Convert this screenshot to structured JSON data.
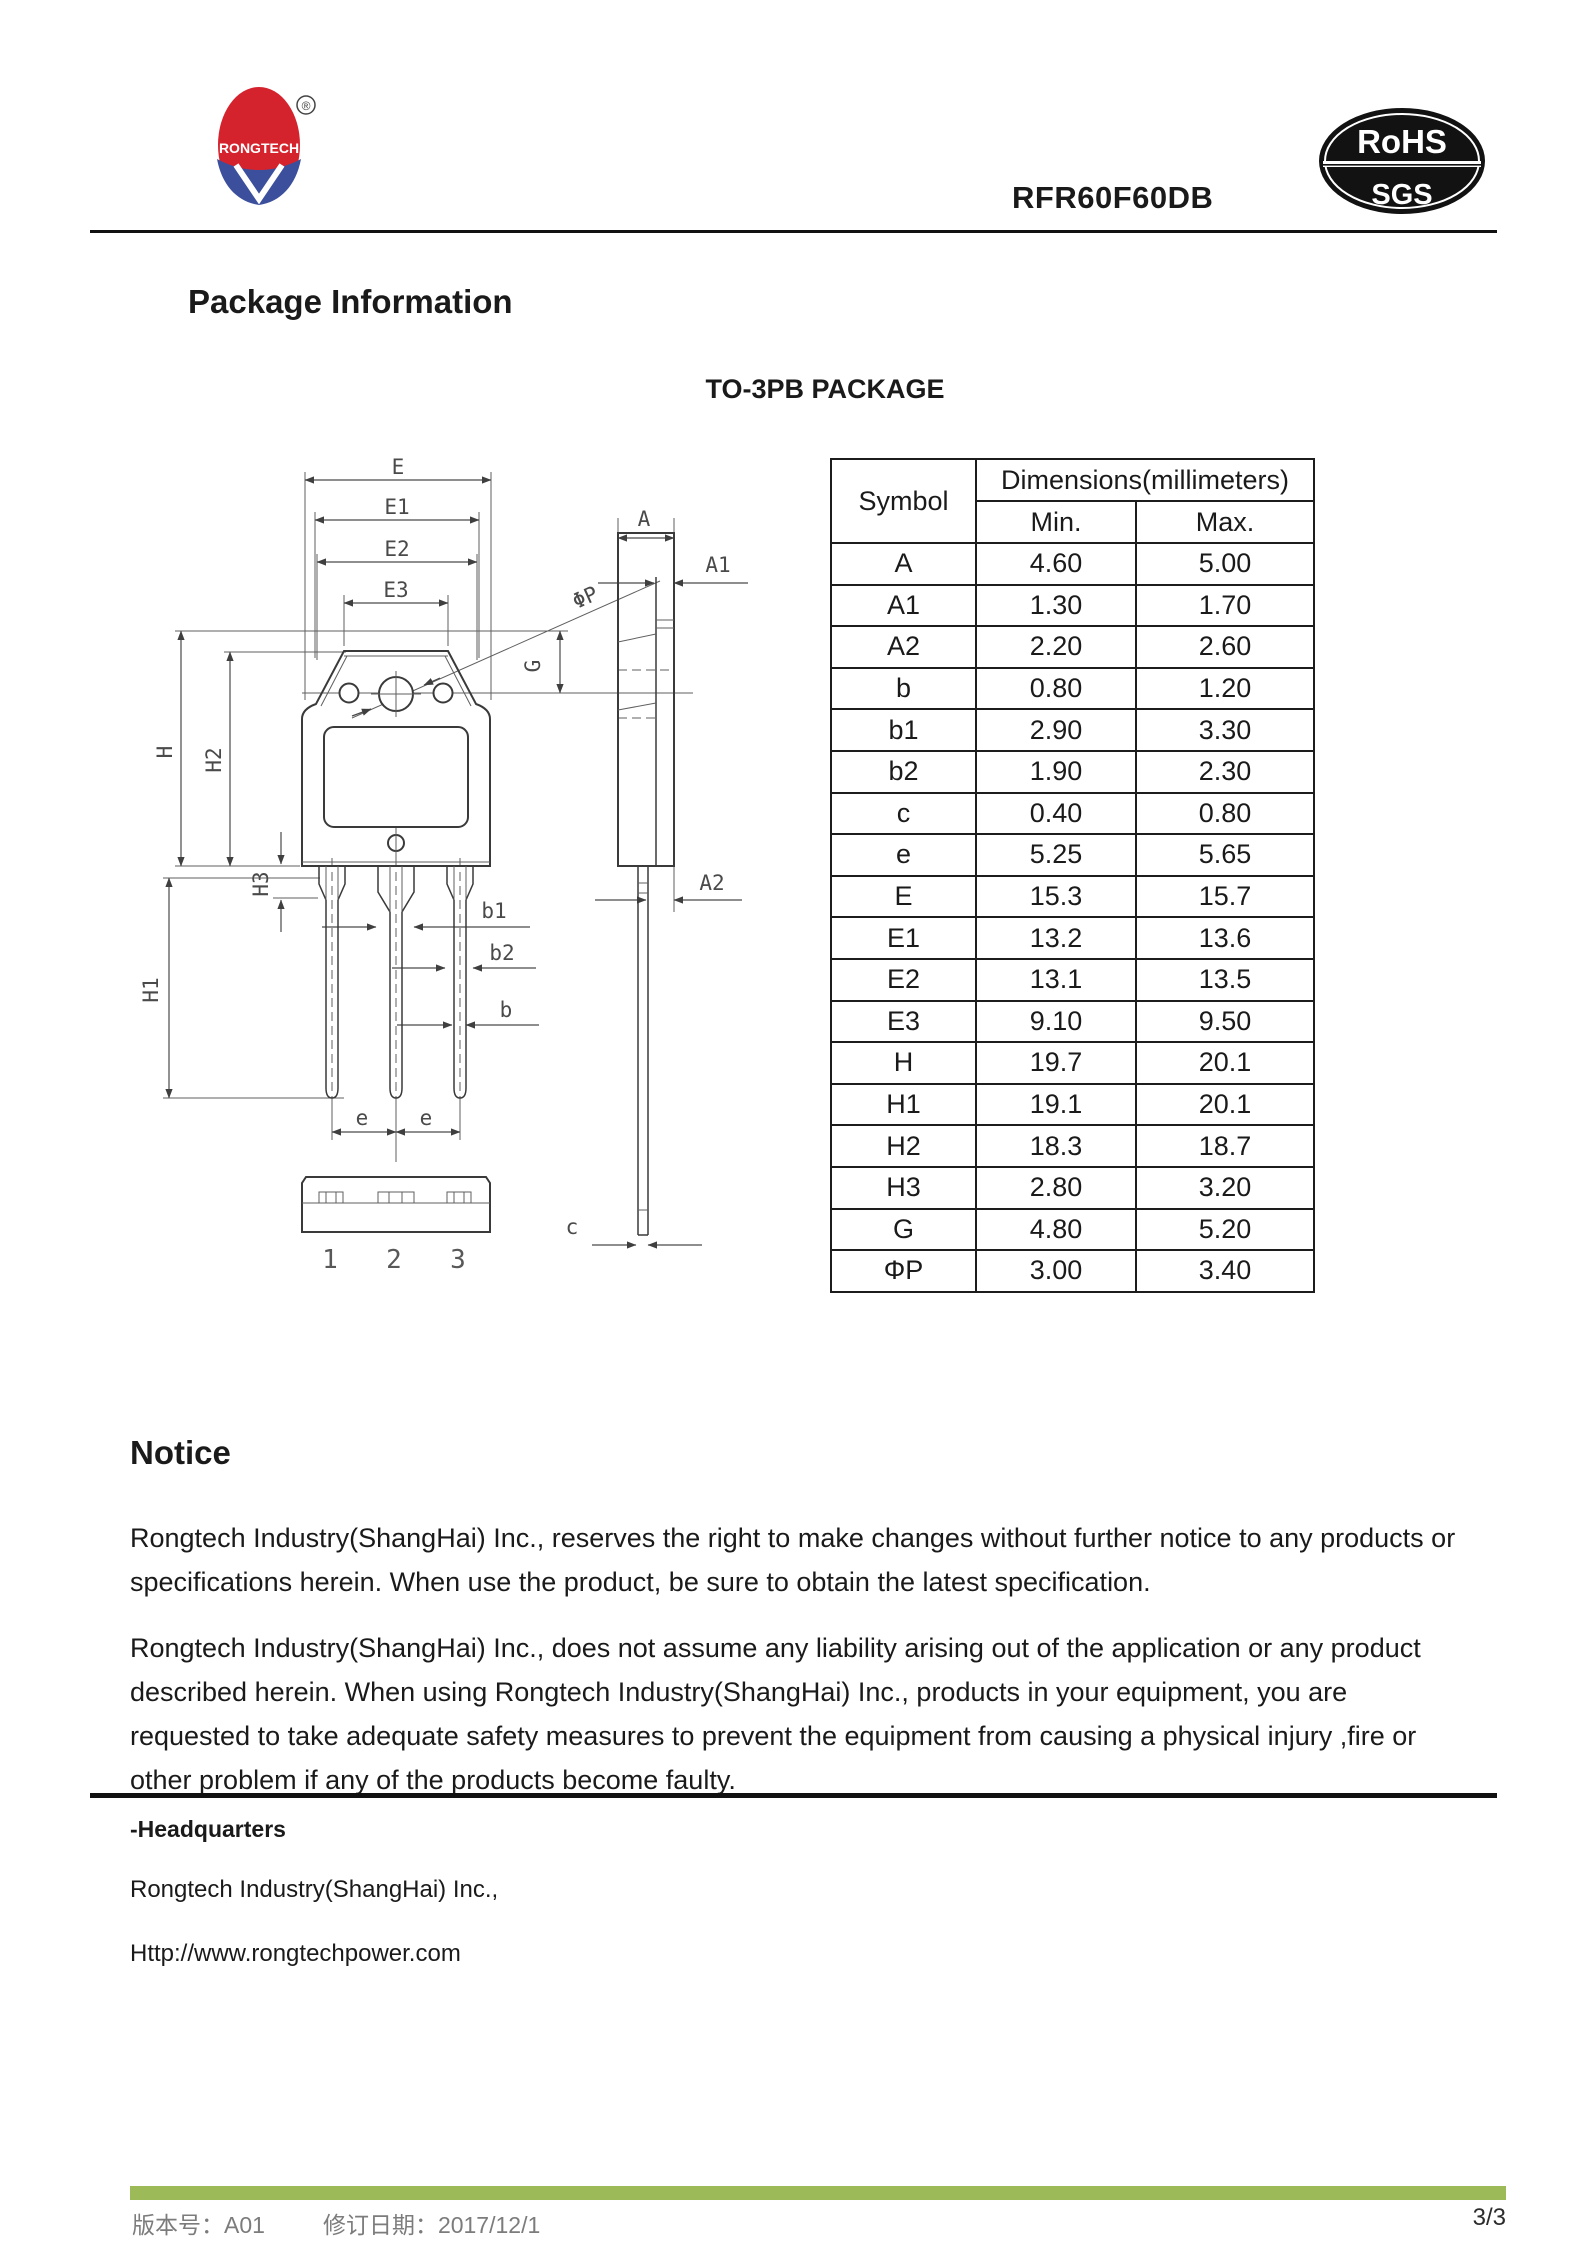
{
  "header": {
    "part_number": "RFR60F60DB",
    "logo_text": "RONGTECH",
    "logo_registered": "®",
    "badge_top": "RoHS",
    "badge_bottom": "SGS"
  },
  "page": {
    "section_title": "Package Information",
    "package_title": "TO-3PB PACKAGE"
  },
  "table": {
    "col_symbol": "Symbol",
    "col_dims": "Dimensions(millimeters)",
    "col_min": "Min.",
    "col_max": "Max.",
    "rows": [
      {
        "symbol": "A",
        "min": "4.60",
        "max": "5.00"
      },
      {
        "symbol": "A1",
        "min": "1.30",
        "max": "1.70"
      },
      {
        "symbol": "A2",
        "min": "2.20",
        "max": "2.60"
      },
      {
        "symbol": "b",
        "min": "0.80",
        "max": "1.20"
      },
      {
        "symbol": "b1",
        "min": "2.90",
        "max": "3.30"
      },
      {
        "symbol": "b2",
        "min": "1.90",
        "max": "2.30"
      },
      {
        "symbol": "c",
        "min": "0.40",
        "max": "0.80"
      },
      {
        "symbol": "e",
        "min": "5.25",
        "max": "5.65"
      },
      {
        "symbol": "E",
        "min": "15.3",
        "max": "15.7"
      },
      {
        "symbol": "E1",
        "min": "13.2",
        "max": "13.6"
      },
      {
        "symbol": "E2",
        "min": "13.1",
        "max": "13.5"
      },
      {
        "symbol": "E3",
        "min": "9.10",
        "max": "9.50"
      },
      {
        "symbol": "H",
        "min": "19.7",
        "max": "20.1"
      },
      {
        "symbol": "H1",
        "min": "19.1",
        "max": "20.1"
      },
      {
        "symbol": "H2",
        "min": "18.3",
        "max": "18.7"
      },
      {
        "symbol": "H3",
        "min": "2.80",
        "max": "3.20"
      },
      {
        "symbol": "G",
        "min": "4.80",
        "max": "5.20"
      },
      {
        "symbol": "ΦP",
        "min": "3.00",
        "max": "3.40"
      }
    ]
  },
  "drawing": {
    "labels": {
      "E": "E",
      "E1": "E1",
      "E2": "E2",
      "E3": "E3",
      "H": "H",
      "H1": "H1",
      "H2": "H2",
      "H3": "H3",
      "b": "b",
      "b1": "b1",
      "b2": "b2",
      "eL": "e",
      "eR": "e",
      "A": "A",
      "A1": "A1",
      "A2": "A2",
      "c": "c",
      "G": "G",
      "phiP": "ΦP",
      "pin1": "1",
      "pin2": "2",
      "pin3": "3"
    }
  },
  "notice": {
    "title": "Notice",
    "para1": "Rongtech Industry(ShangHai) Inc., reserves the right to make changes without further notice to any products or specifications herein. When use the product, be sure to obtain the latest specification.",
    "para2": "Rongtech Industry(ShangHai) Inc., does not assume any liability arising out of the application or any product described herein. When using Rongtech Industry(ShangHai) Inc., products in your equipment, you are requested to take adequate safety measures to prevent the equipment from causing a physical injury ,fire or other problem if any of the products become faulty."
  },
  "footer": {
    "headquarters_label": "-Headquarters",
    "company": "Rongtech Industry(ShangHai) Inc.,",
    "website": "Http://www.rongtechpower.com",
    "version_label": "版本号：A01",
    "revision_label": "修订日期：2017/12/1",
    "page_indicator": "3/3"
  },
  "colors": {
    "logo_red": "#d5232e",
    "logo_blue": "#3c4f9c",
    "badge_black": "#121212",
    "footer_green": "#9cba58"
  }
}
